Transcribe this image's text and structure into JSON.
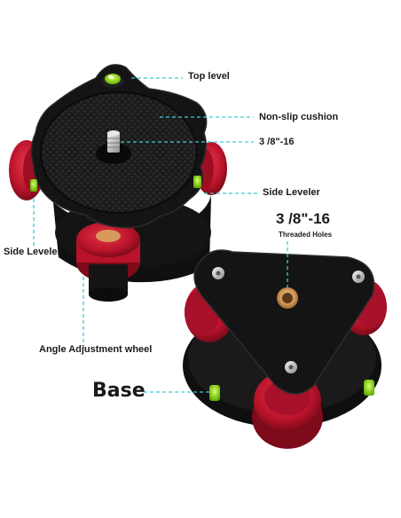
{
  "accent_color": "#3ec9d3",
  "body_color": "#151515",
  "knob_color": "#c5162b",
  "bubble_color": "#8ee012",
  "labels": {
    "top_level": "Top level",
    "cushion": "Non-slip cushion",
    "screw_top": "3 /8\"-16",
    "side_leveler_right": "Side Leveler",
    "side_leveler_left": "Side Leveler",
    "angle_wheel": "Angle Adjustment wheel",
    "screw_bottom": "3 /8\"-16",
    "threaded_holes": "Threaded Holes",
    "base": "Base"
  }
}
